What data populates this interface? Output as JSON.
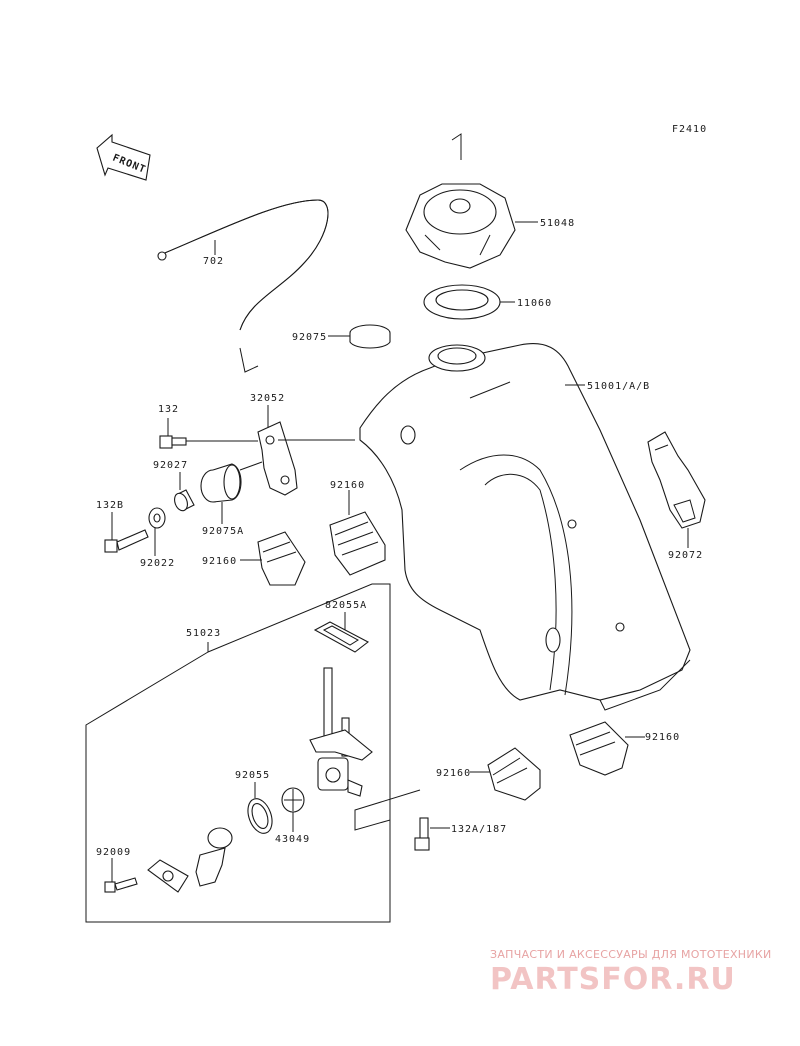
{
  "figure_code": "F2410",
  "front_label": "FRONT",
  "labels": {
    "cap": "51048",
    "gasket": "11060",
    "hose": "702",
    "plug": "92075",
    "tank": "51001/A/B",
    "bracket": "32052",
    "bolt_132": "132",
    "collar": "92027",
    "bolt_132b": "132B",
    "washer": "92022",
    "damper": "92075A",
    "pad_upper": "92160",
    "pad_left": "92160",
    "strap": "92072",
    "valve_assy": "51023",
    "valve_gasket": "82055A",
    "pad_right": "92160",
    "pad_lower": "92160",
    "oring": "92055",
    "filter": "43049",
    "bolt_132a": "132A/187",
    "screw": "92009"
  },
  "watermark": {
    "subtitle": "ЗАПЧАСТИ И АКСЕССУАРЫ ДЛЯ МОТОТЕХНИКИ",
    "brand": "PARTSFOR.RU",
    "color": "#e7a3a3"
  }
}
